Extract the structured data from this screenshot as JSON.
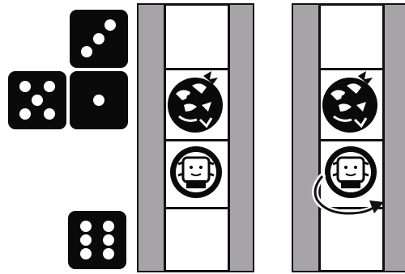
{
  "dice": [
    {
      "name": "die-three",
      "value": 3
    },
    {
      "name": "die-five",
      "value": 5
    },
    {
      "name": "die-one",
      "value": 1
    },
    {
      "name": "die-six",
      "value": 6
    }
  ],
  "boards": [
    {
      "name": "board-before",
      "pieces": [
        "enemy-creature-token",
        "player-robot-token"
      ],
      "rotation_indicator": false
    },
    {
      "name": "board-after",
      "pieces": [
        "enemy-creature-token",
        "player-robot-token"
      ],
      "rotation_indicator": true
    }
  ],
  "colors": {
    "die": "#0a0a0a",
    "pip": "#ffffff",
    "side_panel": "#a6a4a6",
    "lane": "#ffffff",
    "outline": "#111111"
  },
  "icons": [
    "enemy-creature-icon",
    "player-robot-icon",
    "rotate-arrow-icon"
  ]
}
